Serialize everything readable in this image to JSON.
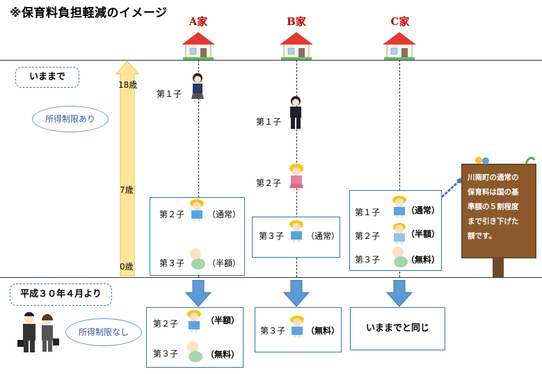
{
  "title": "※保育料負担軽減のイメージ",
  "houses": [
    {
      "label": "A家"
    },
    {
      "label": "B家"
    },
    {
      "label": "C家"
    }
  ],
  "before": {
    "label": "いままで",
    "note": "所得制限あり",
    "ages": {
      "top": "18歳",
      "mid": "7歳",
      "bottom": "0歳"
    }
  },
  "after": {
    "label": "平成３０年４月より",
    "note": "所得制限なし"
  },
  "a_before": {
    "child1": "第１子",
    "child2": "第２子",
    "child2_tag": "（通常）",
    "child3": "第３子",
    "child3_tag": "（半額）"
  },
  "b_before": {
    "child1": "第１子",
    "child2": "第２子",
    "child3": "第３子",
    "child3_tag": "（通常）"
  },
  "c_before": {
    "child1": "第１子",
    "child1_tag": "（通常）",
    "child2": "第２子",
    "child2_tag": "（半額）",
    "child3": "第３子",
    "child3_tag": "（無料）"
  },
  "a_after": {
    "child2": "第２子",
    "child2_tag": "（半額）",
    "child3": "第３子",
    "child3_tag": "（無料）"
  },
  "b_after": {
    "child3": "第３子",
    "child3_tag": "（無料）"
  },
  "c_after": {
    "text": "いままでと同じ"
  },
  "sign": {
    "lines": [
      "川南町の通常の",
      "保育料は国の基",
      "準額の５割程度",
      "まで引き下げた",
      "額です。"
    ]
  },
  "colors": {
    "accent_blue": "#5b9bd5",
    "box_border": "#41719c",
    "roof_red": "#e53935",
    "house_label": "#c00000",
    "age_bar": "#ffe699",
    "sign_wood": "#8b5a2b"
  }
}
